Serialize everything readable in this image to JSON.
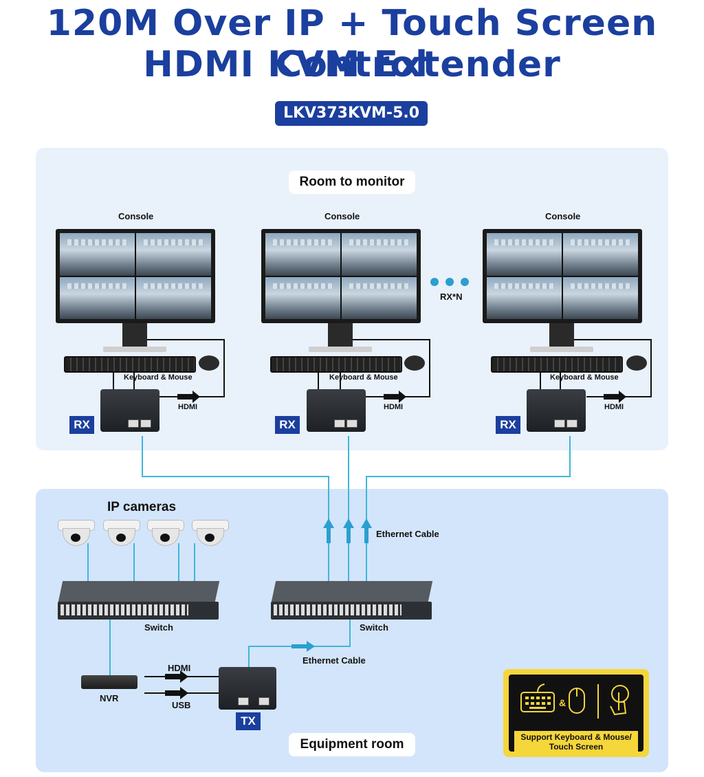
{
  "title_line1": "120M Over IP + Touch Screen Control",
  "title_line2": "HDMI KVM Extender",
  "model": "LKV373KVM-5.0",
  "top_panel": {
    "label": "Room to monitor",
    "console_label": "Console",
    "keyboard_mouse_label": "Keyboard & Mouse",
    "hdmi_label": "HDMI",
    "rx_tag": "RX",
    "rx_n": "RX*N"
  },
  "bottom_panel": {
    "label": "Equipment room",
    "ip_cameras": "IP cameras",
    "switch_label": "Switch",
    "ethernet_cable_1": "Ethernet Cable",
    "ethernet_cable_2": "Ethernet Cable",
    "nvr_label": "NVR",
    "hdmi_label": "HDMI",
    "usb_label": "USB",
    "tx_tag": "TX"
  },
  "badge": {
    "text_line1": "Support Keyboard & Mouse/",
    "text_line2": "Touch Screen",
    "amp": "&"
  },
  "colors": {
    "brand": "#1b3f9e",
    "cable": "#3fb6d9",
    "badge": "#f5d63b"
  },
  "icons": [
    "keyboard-icon",
    "mouse-icon",
    "touch-hand-icon"
  ]
}
